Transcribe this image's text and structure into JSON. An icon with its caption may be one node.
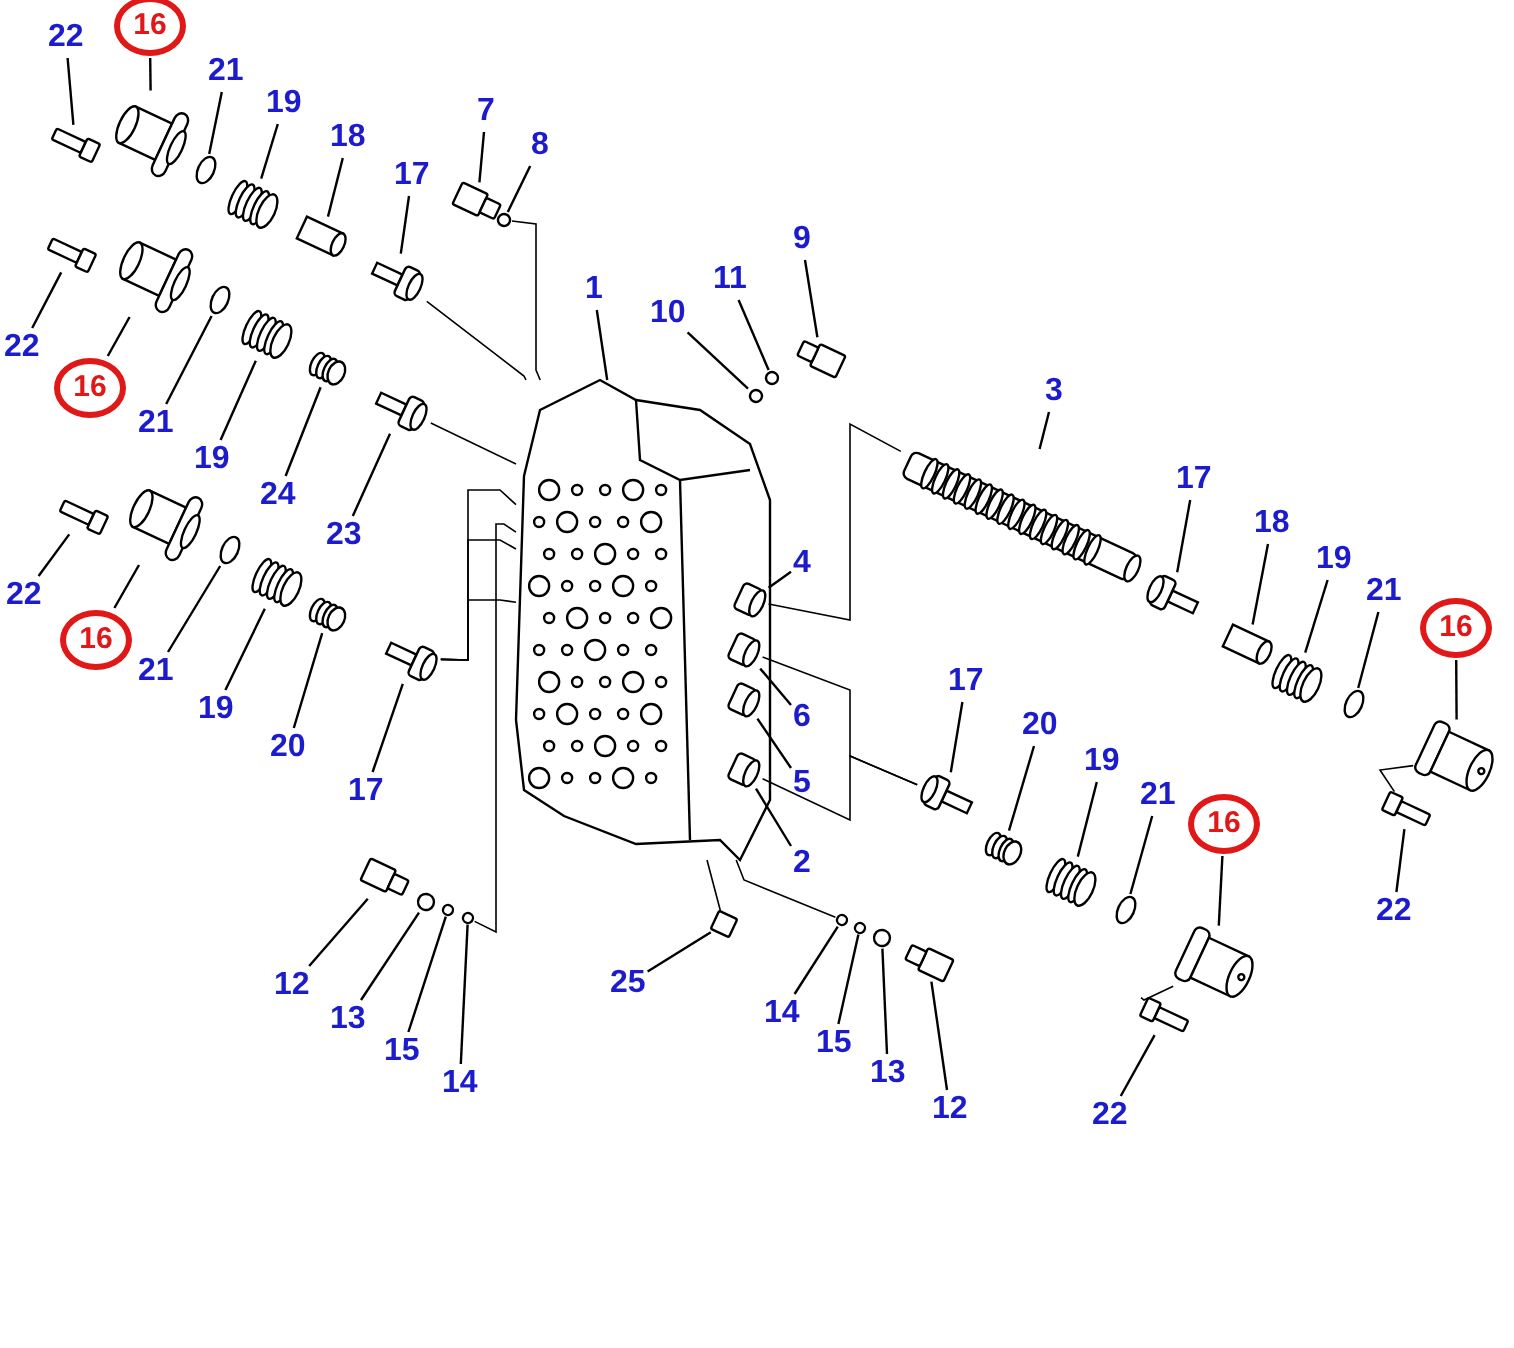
{
  "diagram": {
    "nodes": [
      {
        "text": [
          "22"
        ]
      },
      {
        "text": [
          "16"
        ]
      },
      {
        "text": [
          "21"
        ]
      },
      {
        "text": [
          "19"
        ]
      },
      {
        "text": [
          "18"
        ]
      },
      {
        "text": [
          "17"
        ]
      },
      {
        "text": [
          "7"
        ]
      },
      {
        "text": [
          "8"
        ]
      },
      {
        "text": [
          "22"
        ]
      },
      {
        "text": [
          "16"
        ]
      },
      {
        "text": [
          "21"
        ]
      },
      {
        "text": [
          "19"
        ]
      },
      {
        "text": [
          "24"
        ]
      },
      {
        "text": [
          "23"
        ]
      },
      {
        "text": [
          "1"
        ]
      },
      {
        "text": [
          "10"
        ]
      },
      {
        "text": [
          "11"
        ]
      },
      {
        "text": [
          "9"
        ]
      },
      {
        "text": [
          "3"
        ]
      },
      {
        "text": [
          "4"
        ]
      },
      {
        "text": [
          "6"
        ]
      },
      {
        "text": [
          "5"
        ]
      },
      {
        "text": [
          "2"
        ]
      },
      {
        "text": [
          "17"
        ]
      },
      {
        "text": [
          "18"
        ]
      },
      {
        "text": [
          "19"
        ]
      },
      {
        "text": [
          "21"
        ]
      },
      {
        "text": [
          "16"
        ]
      },
      {
        "text": [
          "22"
        ]
      },
      {
        "text": [
          "22"
        ]
      },
      {
        "text": [
          "16"
        ]
      },
      {
        "text": [
          "21"
        ]
      },
      {
        "text": [
          "19"
        ]
      },
      {
        "text": [
          "20"
        ]
      },
      {
        "text": [
          "17"
        ]
      },
      {
        "text": [
          "17"
        ]
      },
      {
        "text": [
          "20"
        ]
      },
      {
        "text": [
          "19"
        ]
      },
      {
        "text": [
          "21"
        ]
      },
      {
        "text": [
          "16"
        ]
      },
      {
        "text": [
          "22"
        ]
      },
      {
        "text": [
          "12"
        ]
      },
      {
        "text": [
          "13"
        ]
      },
      {
        "text": [
          "15"
        ]
      },
      {
        "text": [
          "14"
        ]
      },
      {
        "text": [
          "25"
        ]
      },
      {
        "text": [
          "14"
        ]
      },
      {
        "text": [
          "15"
        ]
      },
      {
        "text": [
          "13"
        ]
      },
      {
        "text": [
          "12"
        ]
      },
      {
        "text": [],
        "shape": "box"
      },
      {
        "text": [],
        "shape": "picture"
      },
      {
        "text": [],
        "shape": "circle"
      },
      {
        "text": [],
        "shape": "picture"
      },
      {
        "text": [],
        "shape": "picture"
      },
      {
        "text": [],
        "shape": "picture"
      },
      {
        "text": [],
        "shape": "box"
      },
      {
        "text": [],
        "shape": "circle"
      },
      {
        "text": [],
        "shape": "box"
      },
      {
        "text": [],
        "shape": "picture"
      },
      {
        "text": [],
        "shape": "circle"
      },
      {
        "text": [],
        "shape": "picture"
      },
      {
        "text": [],
        "shape": "picture"
      },
      {
        "text": [],
        "shape": "picture"
      },
      {
        "text": [],
        "shape": "picture"
      },
      {
        "text": [],
        "shape": "circle"
      },
      {
        "text": [],
        "shape": "circle"
      },
      {
        "text": [],
        "shape": "box"
      },
      {
        "text": [],
        "shape": "picture"
      },
      {
        "text": [],
        "shape": "picture",
        "in": 64
      },
      {
        "text": [],
        "shape": "picture",
        "in": 64
      },
      {
        "text": [],
        "shape": "picture",
        "in": 64
      },
      {
        "text": [],
        "shape": "picture",
        "in": 64
      },
      {
        "text": [],
        "shape": "picture"
      },
      {
        "text": [],
        "shape": "picture"
      },
      {
        "text": [],
        "shape": "picture"
      },
      {
        "text": [],
        "shape": "circle"
      },
      {
        "text": [],
        "shape": "picture"
      },
      {
        "text": [],
        "shape": "box"
      },
      {
        "text": [],
        "shape": "box"
      },
      {
        "text": [],
        "shape": "picture"
      },
      {
        "text": [],
        "shape": "circle"
      },
      {
        "text": [],
        "shape": "picture"
      },
      {
        "text": [],
        "shape": "picture"
      },
      {
        "text": [],
        "shape": "picture"
      },
      {
        "text": [],
        "shape": "picture"
      },
      {
        "text": [],
        "shape": "picture"
      },
      {
        "text": [],
        "shape": "picture"
      },
      {
        "text": [],
        "shape": "circle"
      },
      {
        "text": [],
        "shape": "picture"
      },
      {
        "text": [],
        "shape": "box"
      },
      {
        "text": [],
        "shape": "box"
      },
      {
        "text": [],
        "shape": "circle"
      },
      {
        "text": [],
        "shape": "circle"
      },
      {
        "text": [],
        "shape": "circle"
      },
      {
        "text": [],
        "shape": "box"
      },
      {
        "text": [],
        "shape": "circle"
      },
      {
        "text": [],
        "shape": "circle"
      },
      {
        "text": [],
        "shape": "circle"
      },
      {
        "text": [],
        "shape": "box"
      }
    ],
    "edges": [
      {
        "from": 0,
        "to": 50,
        "arrow": "none"
      },
      {
        "from": 1,
        "to": 51,
        "arrow": "none"
      },
      {
        "from": 2,
        "to": 52,
        "arrow": "none"
      },
      {
        "from": 3,
        "to": 53,
        "arrow": "none"
      },
      {
        "from": 4,
        "to": 54,
        "arrow": "none"
      },
      {
        "from": 5,
        "to": 55,
        "arrow": "none"
      },
      {
        "from": 6,
        "to": 56,
        "arrow": "none"
      },
      {
        "from": 7,
        "to": 57,
        "arrow": "none"
      },
      {
        "from": 8,
        "to": 58,
        "arrow": "none"
      },
      {
        "from": 9,
        "to": 59,
        "arrow": "none"
      },
      {
        "from": 10,
        "to": 60,
        "arrow": "none"
      },
      {
        "from": 11,
        "to": 61,
        "arrow": "none"
      },
      {
        "from": 12,
        "to": 62,
        "arrow": "none"
      },
      {
        "from": 13,
        "to": 63,
        "arrow": "none"
      },
      {
        "from": 14,
        "to": 64,
        "arrow": "none"
      },
      {
        "from": 15,
        "to": 65,
        "arrow": "none"
      },
      {
        "from": 16,
        "to": 66,
        "arrow": "none"
      },
      {
        "from": 17,
        "to": 67,
        "arrow": "none"
      },
      {
        "from": 18,
        "to": 68,
        "arrow": "none"
      },
      {
        "from": 19,
        "to": 69,
        "arrow": "none"
      },
      {
        "from": 20,
        "to": 70,
        "arrow": "none"
      },
      {
        "from": 21,
        "to": 71,
        "arrow": "none"
      },
      {
        "from": 22,
        "to": 72,
        "arrow": "none"
      },
      {
        "from": 23,
        "to": 73,
        "arrow": "none"
      },
      {
        "from": 24,
        "to": 74,
        "arrow": "none"
      },
      {
        "from": 25,
        "to": 75,
        "arrow": "none"
      },
      {
        "from": 26,
        "to": 76,
        "arrow": "none"
      },
      {
        "from": 27,
        "to": 77,
        "arrow": "none"
      },
      {
        "from": 28,
        "to": 78,
        "arrow": "none"
      },
      {
        "from": 29,
        "to": 79,
        "arrow": "none"
      },
      {
        "from": 30,
        "to": 80,
        "arrow": "none"
      },
      {
        "from": 31,
        "to": 81,
        "arrow": "none"
      },
      {
        "from": 32,
        "to": 82,
        "arrow": "none"
      },
      {
        "from": 33,
        "to": 83,
        "arrow": "none"
      },
      {
        "from": 34,
        "to": 84,
        "arrow": "none"
      },
      {
        "from": 35,
        "to": 85,
        "arrow": "none"
      },
      {
        "from": 36,
        "to": 86,
        "arrow": "none"
      },
      {
        "from": 37,
        "to": 87,
        "arrow": "none"
      },
      {
        "from": 38,
        "to": 88,
        "arrow": "none"
      },
      {
        "from": 39,
        "to": 89,
        "arrow": "none"
      },
      {
        "from": 40,
        "to": 90,
        "arrow": "none"
      },
      {
        "from": 41,
        "to": 91,
        "arrow": "none"
      },
      {
        "from": 42,
        "to": 92,
        "arrow": "none"
      },
      {
        "from": 43,
        "to": 93,
        "arrow": "none"
      },
      {
        "from": 44,
        "to": 94,
        "arrow": "none"
      },
      {
        "from": 45,
        "to": 95,
        "arrow": "none"
      },
      {
        "from": 46,
        "to": 96,
        "arrow": "none"
      },
      {
        "from": 47,
        "to": 97,
        "arrow": "none"
      },
      {
        "from": 48,
        "to": 98,
        "arrow": "none"
      },
      {
        "from": 49,
        "to": 99,
        "arrow": "none"
      },
      {
        "from": 55,
        "to": 64,
        "arrow": "none"
      },
      {
        "from": 57,
        "to": 64,
        "arrow": "none"
      },
      {
        "from": 63,
        "to": 64,
        "arrow": "none"
      },
      {
        "from": 84,
        "to": 64,
        "arrow": "none"
      },
      {
        "from": 84,
        "to": 64,
        "arrow": "none"
      },
      {
        "from": 84,
        "to": 64,
        "arrow": "none"
      },
      {
        "from": 94,
        "to": 64,
        "arrow": "none"
      },
      {
        "from": 64,
        "to": 96,
        "arrow": "none"
      },
      {
        "from": 68,
        "to": 69,
        "arrow": "none"
      },
      {
        "from": 85,
        "to": 70,
        "arrow": "none"
      },
      {
        "from": 85,
        "to": 72,
        "arrow": "none"
      },
      {
        "from": 64,
        "to": 95,
        "arrow": "none"
      },
      {
        "from": 78,
        "to": 77,
        "arrow": "none"
      },
      {
        "from": 90,
        "to": 89,
        "arrow": "none"
      }
    ]
  }
}
